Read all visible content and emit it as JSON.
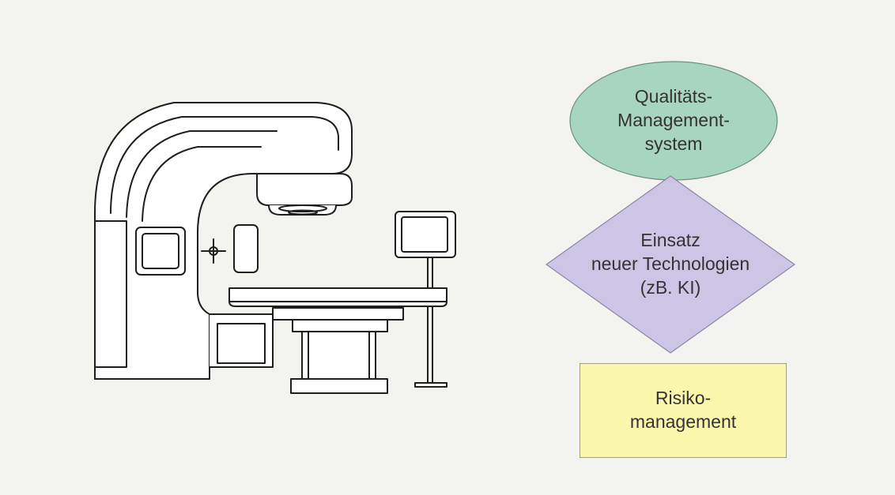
{
  "diagram": {
    "nodes": [
      {
        "id": "qms",
        "shape": "ellipse",
        "label": "Qualitäts-\nManagement-\nsystem",
        "fill": "#a8d5c0",
        "stroke": "#6f8f80"
      },
      {
        "id": "tech",
        "shape": "diamond",
        "label": "Einsatz\nneuer Technologien\n(zB. KI)",
        "fill": "#cdc5e6",
        "stroke": "#8d86a6"
      },
      {
        "id": "risk",
        "shape": "rectangle",
        "label": "Risiko-\nmanagement",
        "fill": "#fbf7ad",
        "stroke": "#9f9f86"
      }
    ],
    "illustration": {
      "icon": "linear-accelerator-icon"
    }
  }
}
